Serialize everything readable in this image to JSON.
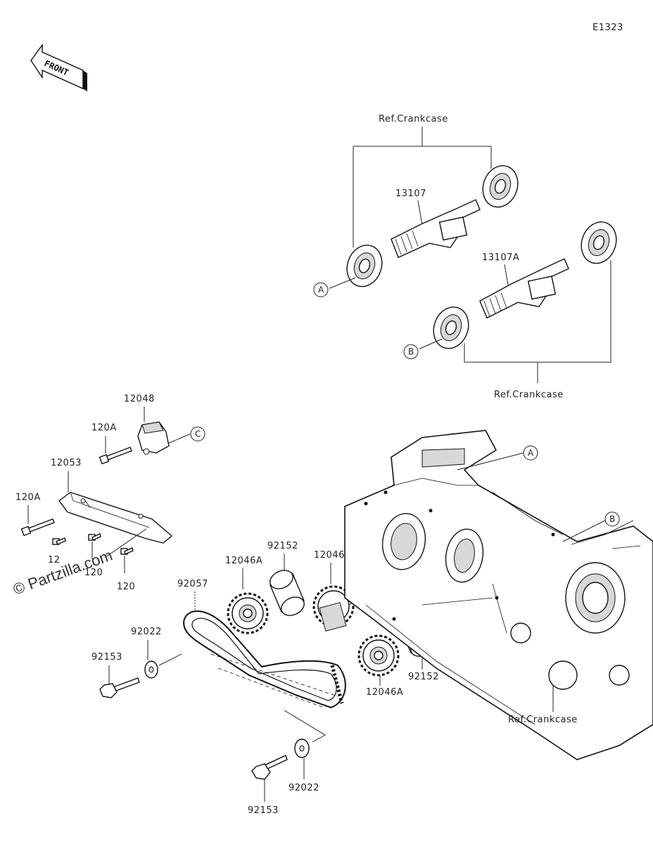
{
  "diagram_code": "E1323",
  "front_badge": "FRONT",
  "watermark": "© Partzilla.com",
  "labels": {
    "ref_crankcase_top": "Ref.Crankcase",
    "ref_crankcase_mid": "Ref.Crankcase",
    "ref_crankcase_bottom": "Ref.Crankcase",
    "p13107": "13107",
    "p13107A": "13107A",
    "p12048": "12048",
    "p120A_top": "120A",
    "p12053": "12053",
    "p120A_left": "120A",
    "p120_a": "120",
    "p120_b": "120",
    "p120_partial": "12",
    "p12046A_left": "12046A",
    "p92152_top": "92152",
    "p12046": "12046",
    "p92057": "92057",
    "p92022_left": "92022",
    "p92153_left": "92153",
    "p92152_bottom": "92152",
    "p12046A_bottom": "12046A",
    "p92022_bottom": "92022",
    "p92153_bottom": "92153"
  },
  "callouts": {
    "a_left": "A",
    "b_left": "B",
    "c_top": "C",
    "c_mid": "C",
    "a_case": "A",
    "b_case": "B"
  }
}
